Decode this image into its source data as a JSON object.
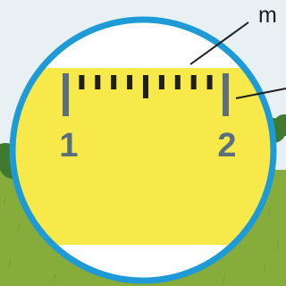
{
  "callout_label": "m",
  "ruler": {
    "numbers": [
      "1",
      "2"
    ],
    "minor_marks_between": 9
  },
  "colors": {
    "sky": "#e8f0f4",
    "grass": "#86ad3c",
    "bush": "#3f7a2e",
    "tape": "#f7e94a",
    "lens_ring": "#1e9ad6",
    "lens_inside": "#ffffff",
    "tick_major": "#5b6f7e",
    "tick_minor": "#1f1f1f",
    "number_fill": "#5b6f7e",
    "callout_line": "#1c1c1c"
  }
}
